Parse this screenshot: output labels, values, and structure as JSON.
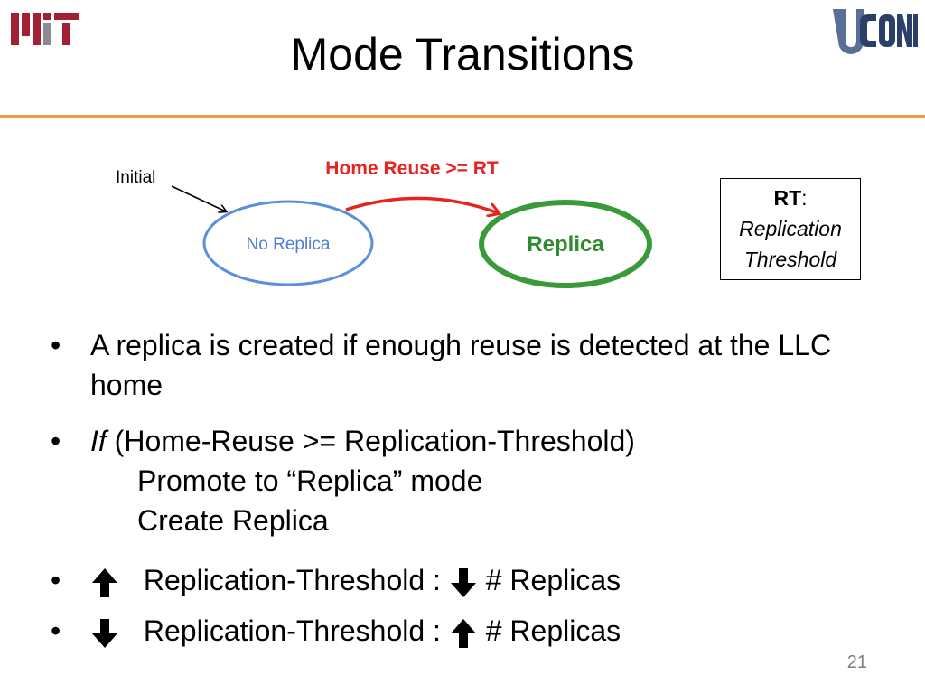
{
  "slide": {
    "title": "Mode Transitions",
    "page_number": "21",
    "logos": {
      "left": "MIT",
      "right": "UCONN"
    },
    "colors": {
      "accent_rule": "#f79646",
      "red_text": "#e8221e",
      "green": "#3a9a3a",
      "blue": "#5a8fe0"
    }
  },
  "diagram": {
    "initial_label": "Initial",
    "state_no_replica": "No Replica",
    "state_replica": "Replica",
    "transition_label": "Home Reuse >= RT",
    "legend": {
      "rt": "RT",
      "colon": ":",
      "line1": "Replication",
      "line2": "Threshold"
    }
  },
  "bullets": {
    "b1": "A replica is created if enough reuse is detected at the LLC home",
    "b2_if": "If",
    "b2_cond": " (Home-Reuse >= Replication-Threshold)",
    "b2_line2": "Promote to “Replica” mode",
    "b2_line3": "Create Replica",
    "b3_left": "Replication-Threshold : ",
    "b3_right": " # Replicas",
    "b4_left": "Replication-Threshold : ",
    "b4_right": " # Replicas",
    "marker": "•"
  }
}
